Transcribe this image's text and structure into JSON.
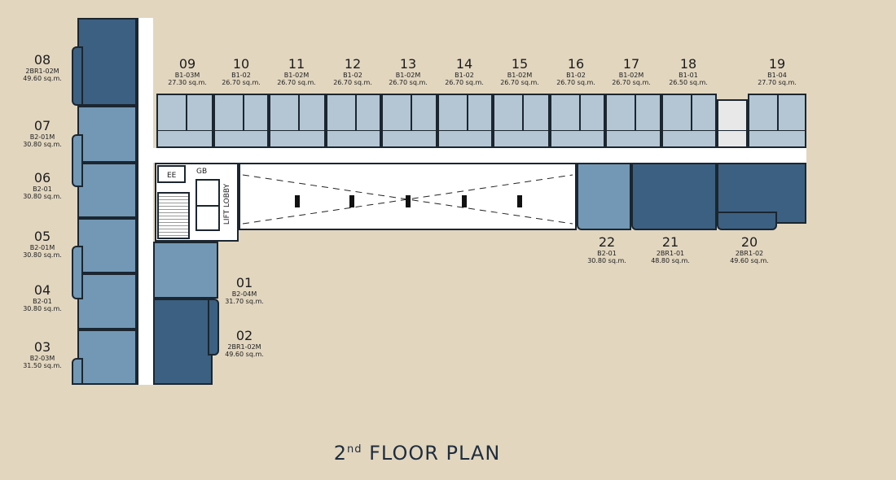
{
  "title": {
    "ordinal": "2",
    "suffix": "nd",
    "text": "FLOOR PLAN"
  },
  "core_labels": {
    "ee": "EE",
    "gb": "GB",
    "lift_lobby": "LIFT LOBBY"
  },
  "colors": {
    "background": "#e2d6bf",
    "studio": "#b4c6d4",
    "one_bed": "#7298b5",
    "two_bed": "#3c6081"
  },
  "units": [
    {
      "number": "01",
      "type": "B2-04M",
      "area": "31.70 sq.m."
    },
    {
      "number": "02",
      "type": "2BR1-02M",
      "area": "49.60 sq.m."
    },
    {
      "number": "03",
      "type": "B2-03M",
      "area": "31.50 sq.m."
    },
    {
      "number": "04",
      "type": "B2-01",
      "area": "30.80 sq.m."
    },
    {
      "number": "05",
      "type": "B2-01M",
      "area": "30.80 sq.m."
    },
    {
      "number": "06",
      "type": "B2-01",
      "area": "30.80 sq.m."
    },
    {
      "number": "07",
      "type": "B2-01M",
      "area": "30.80 sq.m."
    },
    {
      "number": "08",
      "type": "2BR1-02M",
      "area": "49.60 sq.m."
    },
    {
      "number": "09",
      "type": "B1-03M",
      "area": "27.30 sq.m."
    },
    {
      "number": "10",
      "type": "B1-02",
      "area": "26.70 sq.m."
    },
    {
      "number": "11",
      "type": "B1-02M",
      "area": "26.70 sq.m."
    },
    {
      "number": "12",
      "type": "B1-02",
      "area": "26.70 sq.m."
    },
    {
      "number": "13",
      "type": "B1-02M",
      "area": "26.70 sq.m."
    },
    {
      "number": "14",
      "type": "B1-02",
      "area": "26.70 sq.m."
    },
    {
      "number": "15",
      "type": "B1-02M",
      "area": "26.70 sq.m."
    },
    {
      "number": "16",
      "type": "B1-02",
      "area": "26.70 sq.m."
    },
    {
      "number": "17",
      "type": "B1-02M",
      "area": "26.70 sq.m."
    },
    {
      "number": "18",
      "type": "B1-01",
      "area": "26.50 sq.m."
    },
    {
      "number": "19",
      "type": "B1-04",
      "area": "27.70 sq.m."
    },
    {
      "number": "20",
      "type": "2BR1-02",
      "area": "49.60 sq.m."
    },
    {
      "number": "21",
      "type": "2BR1-01",
      "area": "48.80 sq.m."
    },
    {
      "number": "22",
      "type": "B2-01",
      "area": "30.80 sq.m."
    }
  ]
}
